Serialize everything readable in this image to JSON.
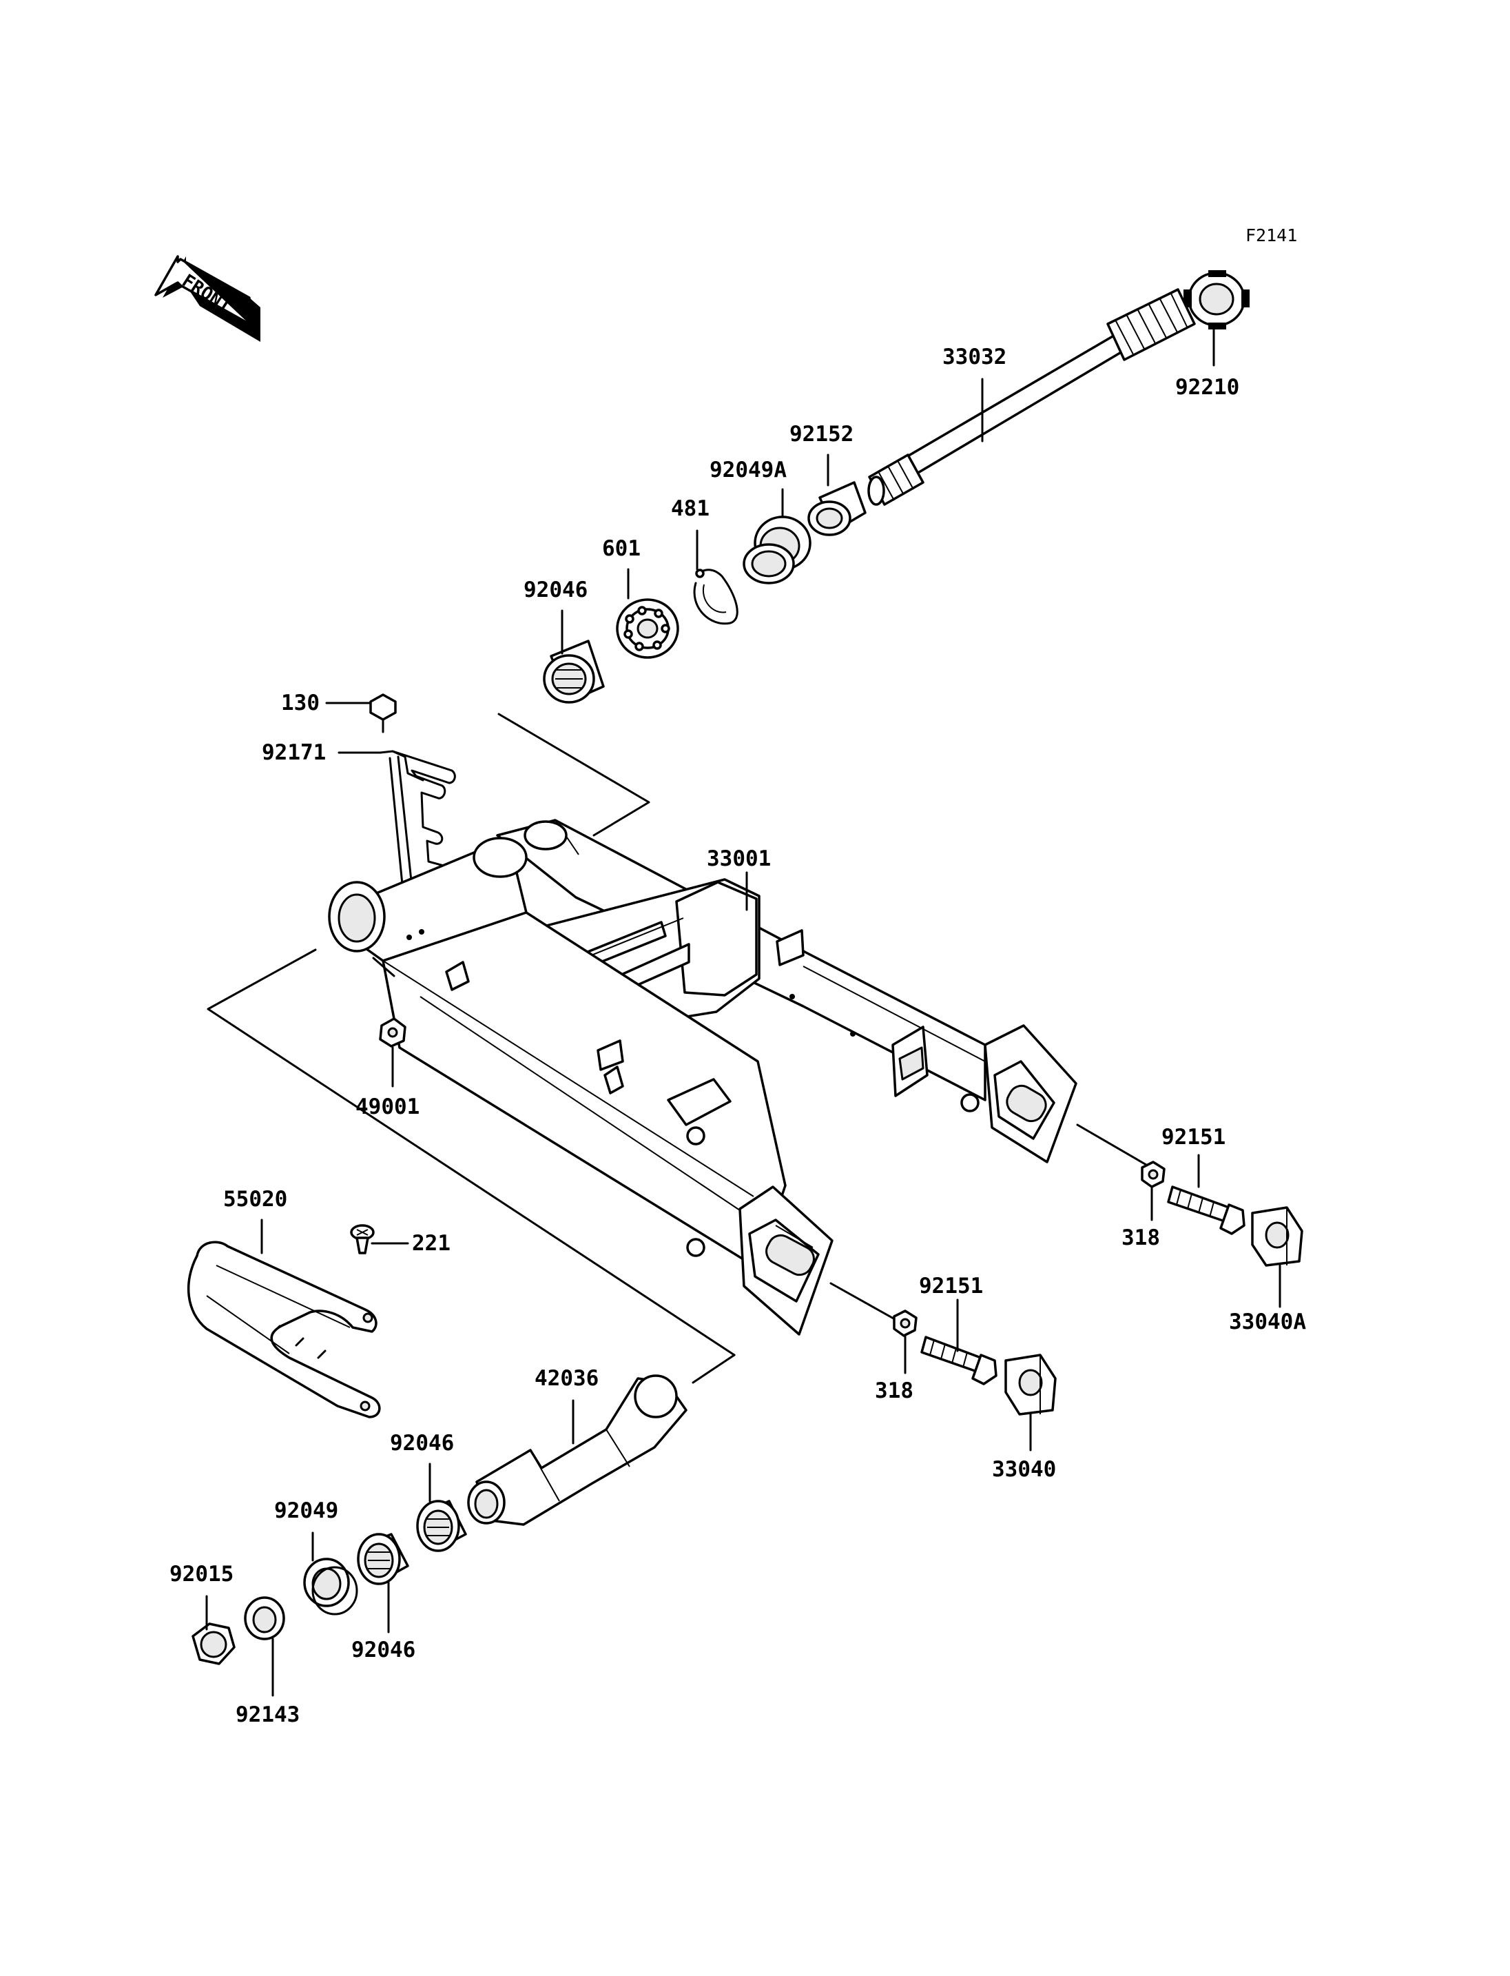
{
  "diagram": {
    "figure_code": "F2141",
    "front_arrow_label": "FRONT"
  },
  "parts": [
    {
      "id": "p33032",
      "number": "33032"
    },
    {
      "id": "p92210",
      "number": "92210"
    },
    {
      "id": "p92152",
      "number": "92152"
    },
    {
      "id": "p92049A",
      "number": "92049A"
    },
    {
      "id": "p481",
      "number": "481"
    },
    {
      "id": "p601",
      "number": "601"
    },
    {
      "id": "p92046_top",
      "number": "92046"
    },
    {
      "id": "p130",
      "number": "130"
    },
    {
      "id": "p92171",
      "number": "92171"
    },
    {
      "id": "p33001",
      "number": "33001"
    },
    {
      "id": "p49001",
      "number": "49001"
    },
    {
      "id": "p92151_right",
      "number": "92151"
    },
    {
      "id": "p318_right",
      "number": "318"
    },
    {
      "id": "p33040A",
      "number": "33040A"
    },
    {
      "id": "p55020",
      "number": "55020"
    },
    {
      "id": "p221",
      "number": "221"
    },
    {
      "id": "p92151_mid",
      "number": "92151"
    },
    {
      "id": "p318_mid",
      "number": "318"
    },
    {
      "id": "p33040",
      "number": "33040"
    },
    {
      "id": "p42036",
      "number": "42036"
    },
    {
      "id": "p92046_mid",
      "number": "92046"
    },
    {
      "id": "p92049",
      "number": "92049"
    },
    {
      "id": "p92015",
      "number": "92015"
    },
    {
      "id": "p92046_low",
      "number": "92046"
    },
    {
      "id": "p92143",
      "number": "92143"
    }
  ]
}
